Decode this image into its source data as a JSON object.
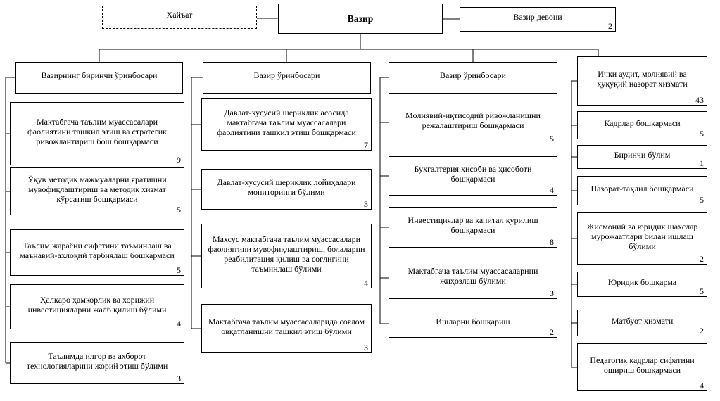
{
  "diagram": {
    "top": {
      "board": {
        "label": "Ҳайъат"
      },
      "minister": {
        "label": "Вазир"
      },
      "office": {
        "label": "Вазир девони",
        "count": "2"
      }
    },
    "columns": [
      {
        "header": "Вазирнинг биринчи ўринбосари",
        "items": [
          {
            "label": "Мактабгача таълим муассасалари фаолиятини ташкил этиш ва стратегик ривожлантириш бош бошқармаси",
            "count": "9"
          },
          {
            "label": "Ўқув методик мажмуаларни яратишни мувофиқлаштириш ва методик хизмат кўрсатиш бошқармаси",
            "count": "5"
          },
          {
            "label": "Таълим жараёни сифатини таъминлаш ва маънавий-ахлоқий тарбиялаш бошқармаси",
            "count": "5"
          },
          {
            "label": "Ҳалқаро ҳамкорлик ва хорижий инвестицияларни жалб қилиш бўлими",
            "count": "4"
          },
          {
            "label": "Таълимда илғор ва ахборот технологияларини жорий этиш бўлими",
            "count": "3"
          }
        ]
      },
      {
        "header": "Вазир ўринбосари",
        "items": [
          {
            "label": "Давлат-хусусий шериклик асосида мактабгача таълим муассасалари фаолиятини ташкил этиш бошқармаси",
            "count": "7"
          },
          {
            "label": "Давлат-хусусий шериклик лойиҳалари мониторинги бўлими",
            "count": "3"
          },
          {
            "label": "Махсус мактабгача таълим муассасалари фаолиятини мувофиқлаштириш, болаларни реабилитация қилиш ва соғлиғини таъминлаш бўлими",
            "count": "4"
          },
          {
            "label": "Мактабгача таълим муассасаларида соғлом овқатланишни ташкил этиш бўлими",
            "count": "3"
          }
        ]
      },
      {
        "header": "Вазир ўринбосари",
        "items": [
          {
            "label": "Молиявий-иқтисодий ривожланишни режалаштириш бошқармаси",
            "count": "5"
          },
          {
            "label": "Бухгалтерия ҳисоби ва ҳисоботи бошқармаси",
            "count": "4"
          },
          {
            "label": "Инвестициялар ва капитал қурилиш бошқармаси",
            "count": "8"
          },
          {
            "label": "Мактабгача таълим муассасаларини жиҳозлаш бўлими",
            "count": "3"
          },
          {
            "label": "Ишларни бошқариш",
            "count": "2"
          }
        ]
      },
      {
        "items": [
          {
            "label": "Ички аудит, молиявий ва ҳуқуқий назорат хизмати",
            "count": "43"
          },
          {
            "label": "Кадрлар бошқармаси",
            "count": "5"
          },
          {
            "label": "Биринчи бўлим",
            "count": "1"
          },
          {
            "label": "Назорат-таҳлил бошқармаси",
            "count": "5"
          },
          {
            "label": "Жисмоний ва юридик шахслар мурожаатлари билан ишлаш бўлими",
            "count": "2"
          },
          {
            "label": "Юридик бошқарма",
            "count": "5"
          },
          {
            "label": "Матбуот хизмати",
            "count": "2"
          },
          {
            "label": "Педагогик кадрлар сифатини ошириш бошқармаси",
            "count": "4"
          }
        ]
      }
    ]
  }
}
